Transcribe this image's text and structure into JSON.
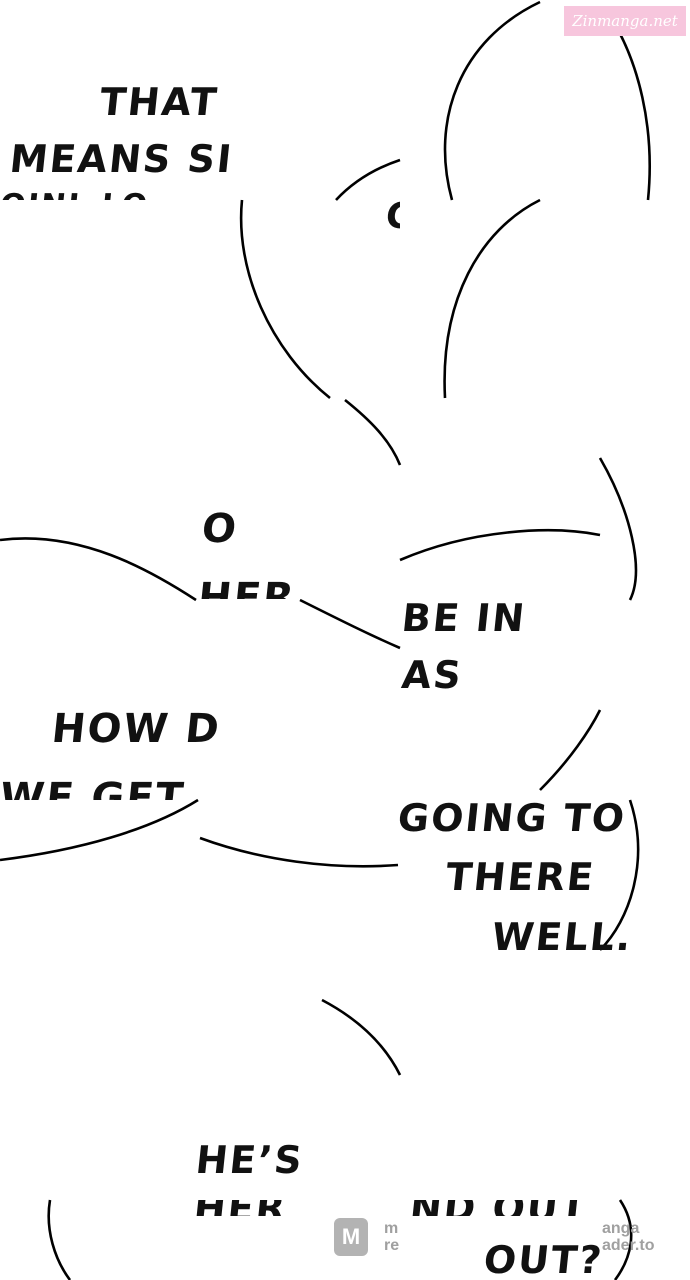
{
  "watermark": "Zinmanga.net",
  "fragments": {
    "that": "THAT",
    "means": "MEANS SI",
    "top_cut": "OINL LO",
    "g": "G",
    "o": "O",
    "her": "HER",
    "be_in": "BE IN",
    "as": "AS",
    "how": "HOW D",
    "we_get": "WE GET",
    "going": "GOING TO",
    "there": "THERE",
    "well": "WELL.",
    "hes": "HE’S",
    "hes_cut": "HER",
    "find": "ND OUT",
    "out": "OUT?"
  },
  "reader_logo": {
    "mark": "M",
    "left_line1": "m",
    "left_line2": "re",
    "right_line1": "anga",
    "right_line2": "ader.to"
  }
}
